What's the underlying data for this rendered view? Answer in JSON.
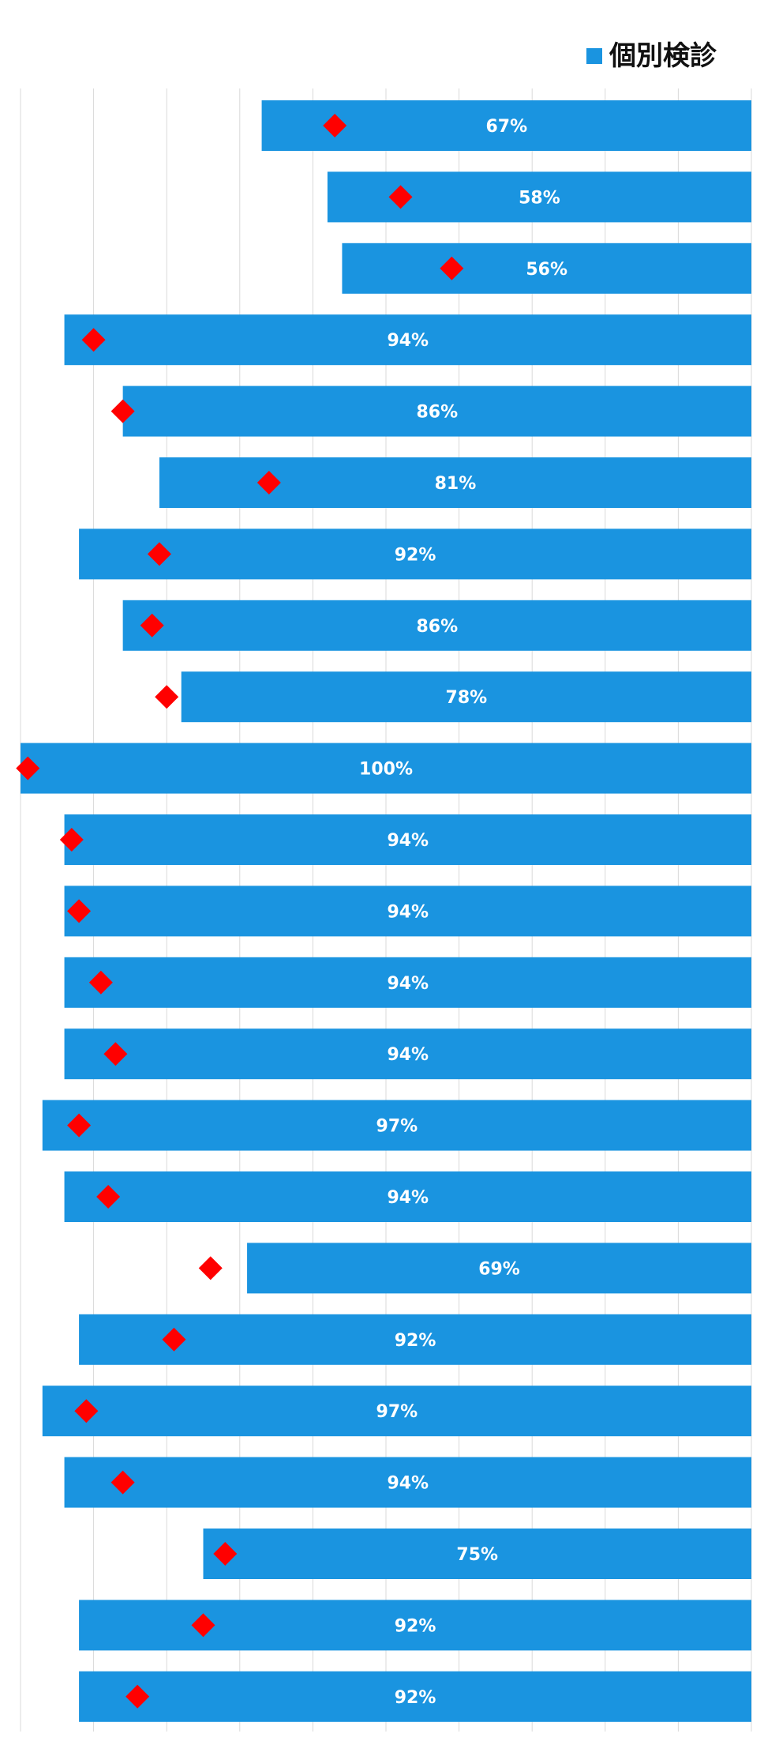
{
  "chart_data": {
    "type": "bar",
    "orientation": "horizontal",
    "direction": "right-to-left",
    "series": [
      {
        "name": "個別検診",
        "values": [
          67,
          58,
          56,
          94,
          86,
          81,
          92,
          86,
          78,
          100,
          94,
          94,
          94,
          94,
          97,
          94,
          69,
          92,
          97,
          94,
          75,
          92,
          92
        ],
        "labels": [
          "67%",
          "58%",
          "56%",
          "94%",
          "86%",
          "81%",
          "92%",
          "86%",
          "78%",
          "100%",
          "94%",
          "94%",
          "94%",
          "94%",
          "97%",
          "94%",
          "69%",
          "92%",
          "97%",
          "94%",
          "75%",
          "92%",
          "92%"
        ],
        "color": "#1a94e0"
      },
      {
        "name": "",
        "marker": "diamond",
        "values": [
          57,
          48,
          41,
          90,
          86,
          66,
          81,
          82,
          80,
          99,
          93,
          92,
          89,
          87,
          92,
          88,
          74,
          79,
          91,
          86,
          72,
          75,
          84
        ],
        "color": "#ff0000"
      }
    ],
    "xlim": [
      0,
      100
    ],
    "grid": true,
    "legend": "top-right",
    "colors": {
      "bar": "#1a94e0",
      "marker": "#ff0000",
      "grid": "#d9d9d9"
    }
  }
}
